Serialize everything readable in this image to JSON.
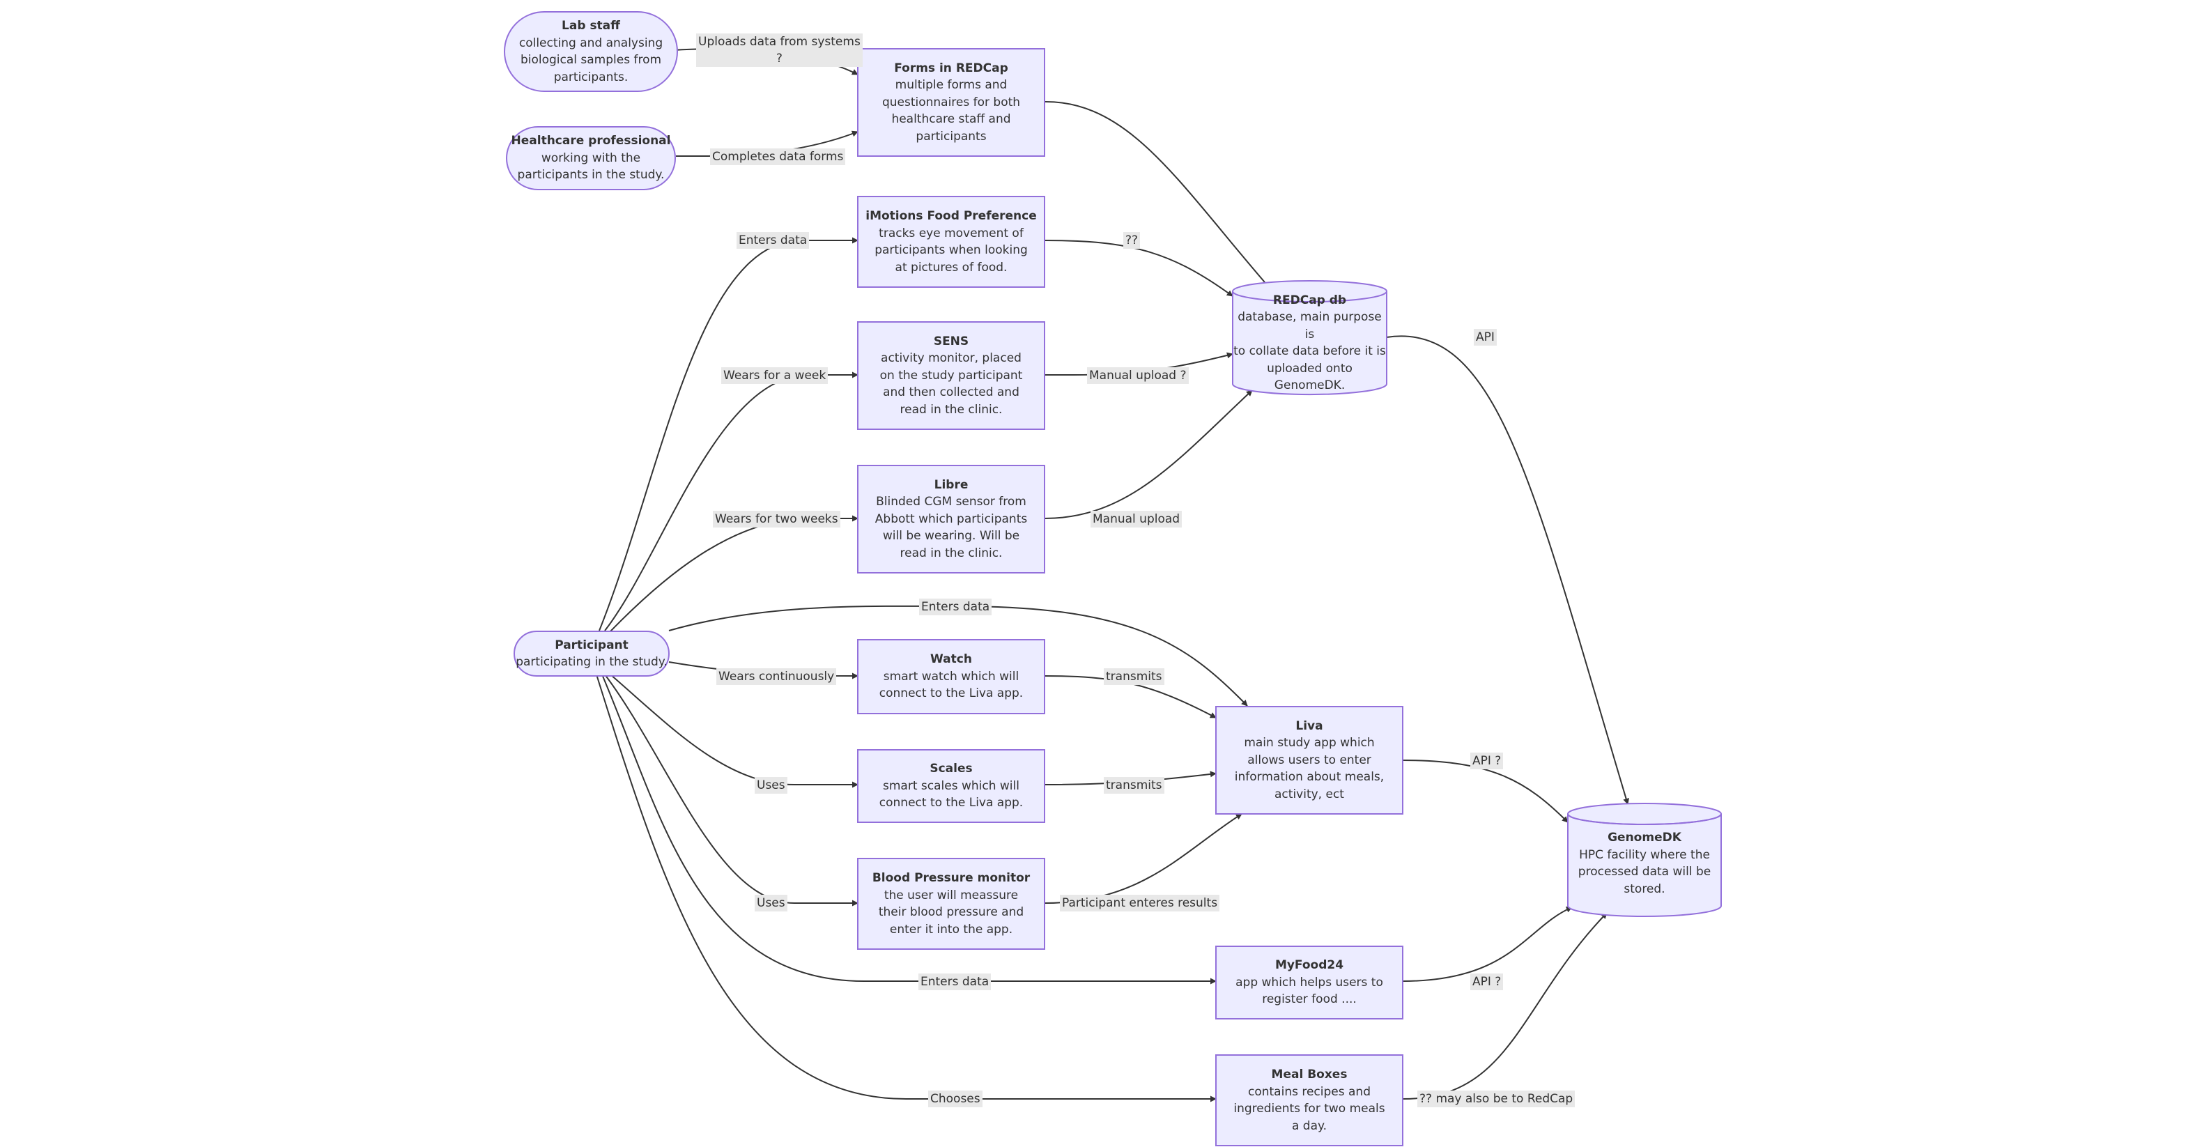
{
  "colors": {
    "node_fill": "#ECECFF",
    "node_stroke": "#9370DB",
    "edge": "#333333",
    "label_bg": "#E8E8E8"
  },
  "nodes": {
    "lab_staff": {
      "title": "Lab staff",
      "lines": [
        "collecting and analysing",
        "biological samples from",
        "participants."
      ]
    },
    "healthcare": {
      "title": "Healthcare professional",
      "lines": [
        "working with the",
        "participants in the study."
      ]
    },
    "forms": {
      "title": "Forms in REDCap",
      "lines": [
        "multiple forms and",
        "questionnaires for both",
        "healthcare staff and",
        "participants"
      ]
    },
    "imotions": {
      "title": "iMotions Food Preference",
      "lines": [
        "tracks eye movement of",
        "participants when looking",
        "at pictures of food."
      ]
    },
    "sens": {
      "title": "SENS",
      "lines": [
        "activity monitor, placed",
        "on the study participant",
        "and then collected and",
        "read in the clinic."
      ]
    },
    "libre": {
      "title": "Libre",
      "lines": [
        "Blinded CGM sensor from",
        "Abbott which participants",
        "will be wearing. Will be",
        "read in the clinic."
      ]
    },
    "participant": {
      "title": "Participant",
      "lines": [
        "participating in the study."
      ]
    },
    "watch": {
      "title": "Watch",
      "lines": [
        "smart watch which will",
        "connect to the Liva app."
      ]
    },
    "scales": {
      "title": "Scales",
      "lines": [
        "smart scales which will",
        "connect to the Liva app."
      ]
    },
    "bp": {
      "title": "Blood Pressure monitor",
      "lines": [
        "the user will meassure",
        "their blood pressure and",
        "enter it into the app."
      ]
    },
    "redcap_db": {
      "title": "REDCap db",
      "lines": [
        "database, main purpose is",
        "to collate data before it is",
        "uploaded onto GenomeDK."
      ]
    },
    "liva": {
      "title": "Liva",
      "lines": [
        "main study app which",
        "allows users to enter",
        "information about meals,",
        "activity, ect"
      ]
    },
    "myfood": {
      "title": "MyFood24",
      "lines": [
        "app which helps users to",
        "register food ...."
      ]
    },
    "mealboxes": {
      "title": "Meal Boxes",
      "lines": [
        "contains recipes and",
        "ingredients for two meals",
        "a day."
      ]
    },
    "genomedk": {
      "title": "GenomeDK",
      "lines": [
        "HPC facility where the",
        "processed data will be",
        "stored."
      ]
    }
  },
  "edges": {
    "lab_forms": [
      "Uploads data from systems",
      "?"
    ],
    "health_forms": "Completes data forms",
    "part_imotions": "Enters data",
    "part_sens": "Wears for a week",
    "part_libre": "Wears for two weeks",
    "part_liva": "Enters data",
    "part_watch": "Wears continuously",
    "part_scales": "Uses",
    "part_bp": "Uses",
    "part_myfood": "Enters data",
    "part_meal": "Chooses",
    "imotions_redcap": "??",
    "sens_redcap": "Manual upload ?",
    "libre_redcap": "Manual upload",
    "watch_liva": "transmits",
    "scales_liva": "transmits",
    "bp_liva": "Participant enteres results",
    "redcap_genome": "API",
    "liva_genome": "API ?",
    "myfood_genome": "API ?",
    "meal_genome": "?? may also be to RedCap"
  }
}
